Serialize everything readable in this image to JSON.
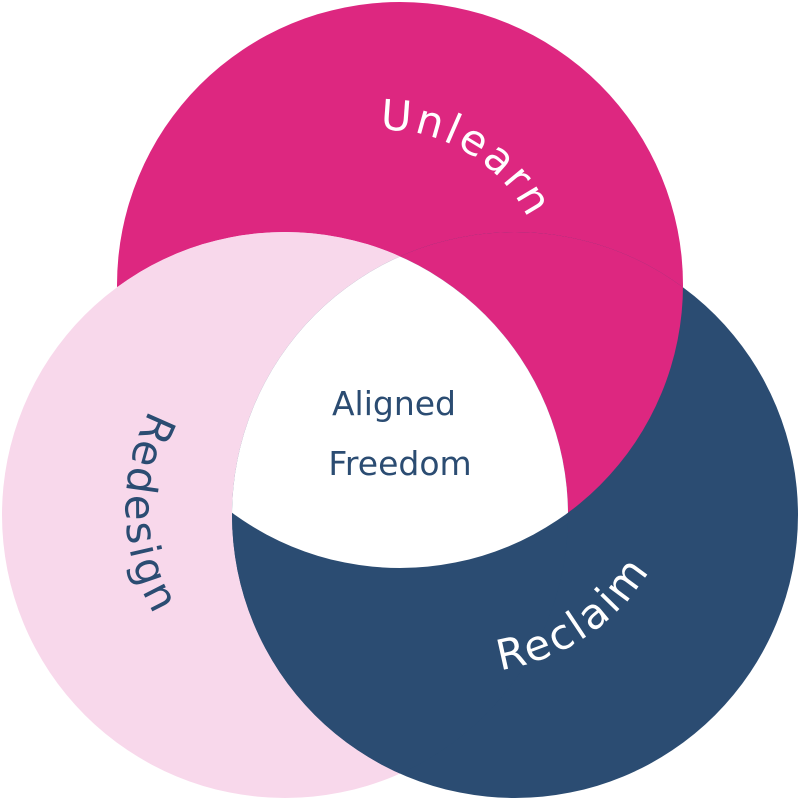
{
  "diagram": {
    "type": "venn-3-circle",
    "center_label": [
      "Aligned",
      "Freedom"
    ],
    "circles": [
      {
        "label": "Unlearn",
        "color": "#dd2780",
        "text_color": "#ffffff"
      },
      {
        "label": "Redesign",
        "color": "#f8d8eb",
        "text_color": "#2b4c72"
      },
      {
        "label": "Reclaim",
        "color": "#2b4c72",
        "text_color": "#ffffff"
      }
    ],
    "center_color": "#ffffff",
    "center_text_color": "#2b4c72"
  }
}
